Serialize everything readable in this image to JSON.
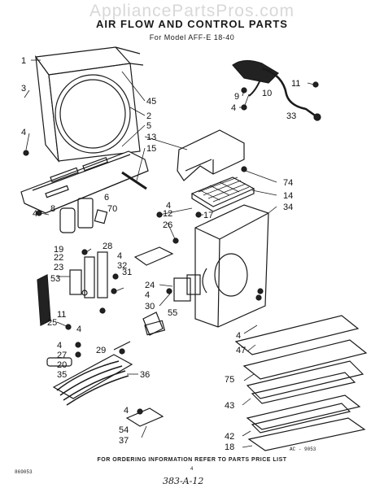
{
  "watermark": "AppliancePartsPros.com",
  "title": "AIR FLOW AND CONTROL PARTS",
  "subtitle": "For Model AFF-E 18-40",
  "diagram_code": "AC - 9053",
  "footer_note": "FOR ORDERING INFORMATION REFER TO PARTS PRICE LIST",
  "doc_code": "869053",
  "page_number": "4",
  "handwritten_ref": "383-A-12",
  "callouts": {
    "c1": "1",
    "c3": "3",
    "c4a": "4",
    "c45": "45",
    "c2": "2",
    "c5": "5",
    "c13": "13",
    "c15": "15",
    "c9": "9",
    "c10": "10",
    "c4b": "4",
    "c11a": "11",
    "c33": "33",
    "c74": "74",
    "c14": "14",
    "c34": "34",
    "c4c": "4",
    "c8": "8",
    "c6": "6",
    "c70": "70",
    "c4d": "4",
    "c12": "12",
    "c26": "26",
    "c17": "17",
    "c19": "19",
    "c28": "28",
    "c22": "22",
    "c4e": "4",
    "c23": "23",
    "c32": "32",
    "c53": "53",
    "c31": "31",
    "c24": "24",
    "c4f": "4",
    "c11b": "11",
    "c30": "30",
    "c25": "25",
    "c4g": "4",
    "c55": "55",
    "c4h": "4",
    "c47": "47",
    "c4i": "4",
    "c27": "27",
    "c20": "20",
    "c35": "35",
    "c29": "29",
    "c36": "36",
    "c75": "75",
    "c43": "43",
    "c4j": "4",
    "c54": "54",
    "c37": "37",
    "c42": "42",
    "c18": "18"
  }
}
